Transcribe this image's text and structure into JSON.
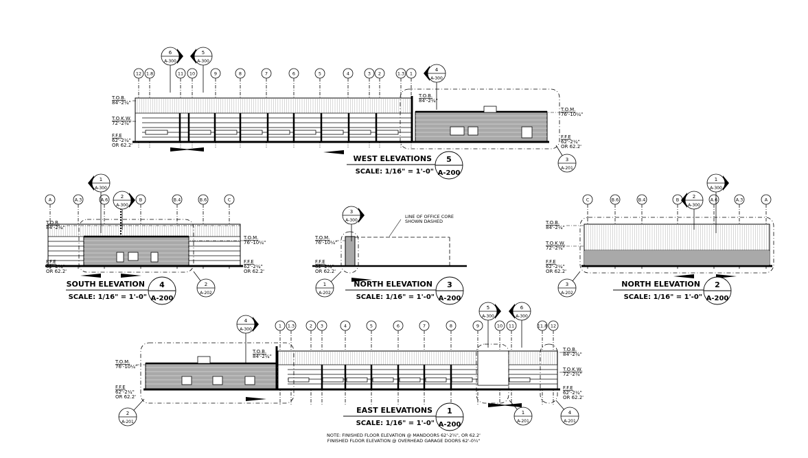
{
  "elevations": [
    {
      "id": "west",
      "title": "WEST ELEVATIONS",
      "number": "5",
      "sheet": "A-200",
      "scale": "SCALE: 1/16\" = 1'-0\"",
      "grid": [
        "12",
        "1.8",
        "11",
        "10",
        "9",
        "8",
        "7",
        "6",
        "5",
        "4",
        "3",
        "2",
        "1.3",
        "1"
      ],
      "sections": [
        {
          "n": "6",
          "s": "A-300"
        },
        {
          "n": "5",
          "s": "A-300"
        },
        {
          "n": "4",
          "s": "A-300"
        }
      ],
      "callouts": [
        {
          "n": "3",
          "s": "A-201"
        }
      ],
      "levels": [
        {
          "label": "T.O.B.",
          "value": "84'-2¼\""
        },
        {
          "label": "T.O.K.W.",
          "value": "72'-2¼\""
        },
        {
          "label": "F.F.E",
          "value": "62'-2¼\"",
          "alt": "OR 62.2'"
        },
        {
          "label": "T.O.B.",
          "value": "84'-2¼\""
        },
        {
          "label": "T.O.M.",
          "value": "76'-10¼\""
        },
        {
          "label": "F.F.E",
          "value": "62'-2¼\"",
          "alt": "OR 62.2'"
        }
      ]
    },
    {
      "id": "south",
      "title": "SOUTH ELEVATION",
      "number": "4",
      "sheet": "A-200",
      "scale": "SCALE: 1/16\" = 1'-0\"",
      "grid": [
        "A",
        "A.3",
        "A.6",
        "B",
        "B.4",
        "B.6",
        "C"
      ],
      "sections": [
        {
          "n": "1",
          "s": "A-300"
        },
        {
          "n": "2",
          "s": "A-300"
        }
      ],
      "callouts": [
        {
          "n": "2",
          "s": "A-202"
        }
      ],
      "levels": [
        {
          "label": "T.O.B.",
          "value": "84'-2¼\""
        },
        {
          "label": "F.F.E",
          "value": "62'-2¼\"",
          "alt": "OR 62.2'"
        },
        {
          "label": "T.O.M.",
          "value": "76'-10¼\""
        },
        {
          "label": "F.F.E",
          "value": "62'-2¼\"",
          "alt": "OR 62.2'"
        }
      ]
    },
    {
      "id": "north3",
      "title": "NORTH ELEVATION",
      "number": "3",
      "sheet": "A-200",
      "scale": "SCALE: 1/16\" = 1'-0\"",
      "grid": [],
      "sections": [
        {
          "n": "3",
          "s": "A-300"
        }
      ],
      "callouts": [
        {
          "n": "1",
          "s": "A-202"
        }
      ],
      "note": [
        "LINE OF OFFICE CORE",
        "SHOWN DASHED"
      ],
      "levels": [
        {
          "label": "T.O.M.",
          "value": "76'-10¼\""
        },
        {
          "label": "F.F.E",
          "value": "62'-2¼\"",
          "alt": "OR 62.2'"
        }
      ]
    },
    {
      "id": "north2",
      "title": "NORTH ELEVATION",
      "number": "2",
      "sheet": "A-200",
      "scale": "SCALE: 1/16\" = 1'-0\"",
      "grid": [
        "C",
        "B.6",
        "B.4",
        "B",
        "A.6",
        "A.3",
        "A"
      ],
      "sections": [
        {
          "n": "2",
          "s": "A-300"
        },
        {
          "n": "1",
          "s": "A-300"
        }
      ],
      "callouts": [
        {
          "n": "3",
          "s": "A-202"
        }
      ],
      "levels": [
        {
          "label": "T.O.B.",
          "value": "84'-2¼\""
        },
        {
          "label": "T.O.K.W.",
          "value": "72'-2¼\""
        },
        {
          "label": "F.F.E",
          "value": "62'-2¼\"",
          "alt": "OR 62.2'"
        }
      ]
    },
    {
      "id": "east",
      "title": "EAST ELEVATIONS",
      "number": "1",
      "sheet": "A-200",
      "scale": "SCALE: 1/16\" = 1'-0\"",
      "grid": [
        "1",
        "1.3",
        "2",
        "3",
        "4",
        "5",
        "6",
        "7",
        "8",
        "9",
        "10",
        "11",
        "11.8",
        "12"
      ],
      "sections": [
        {
          "n": "4",
          "s": "A-300"
        },
        {
          "n": "5",
          "s": "A-300"
        },
        {
          "n": "6",
          "s": "A-300"
        }
      ],
      "callouts": [
        {
          "n": "2",
          "s": "A-201"
        },
        {
          "n": "1",
          "s": "A-201"
        },
        {
          "n": "4",
          "s": "A-201"
        }
      ],
      "levels": [
        {
          "label": "T.O.M.",
          "value": "76'-10¼\""
        },
        {
          "label": "F.F.E",
          "value": "62'-2¼\"",
          "alt": "OR 62.2'"
        },
        {
          "label": "T.O.B.",
          "value": "84'-2¼\""
        },
        {
          "label": "T.O.B.",
          "value": "84'-2¼\""
        },
        {
          "label": "T.O.K.W.",
          "value": "72'-2¼\""
        },
        {
          "label": "F.F.E",
          "value": "62'-2¼\"",
          "alt": "OR 62.2'"
        }
      ]
    }
  ],
  "general_note": [
    "NOTE: FINISHED FLOOR ELEVATION @  MANDOORS 62'-2¼\", OR 62.2'",
    "FINISHED FLOOR ELEVATION @  OVERHEAD GARAGE DOORS 62'-0¼\""
  ],
  "colors": {
    "line": "#000000",
    "office_fill": "#a9a9a9",
    "siding": "#9a9a9a"
  }
}
